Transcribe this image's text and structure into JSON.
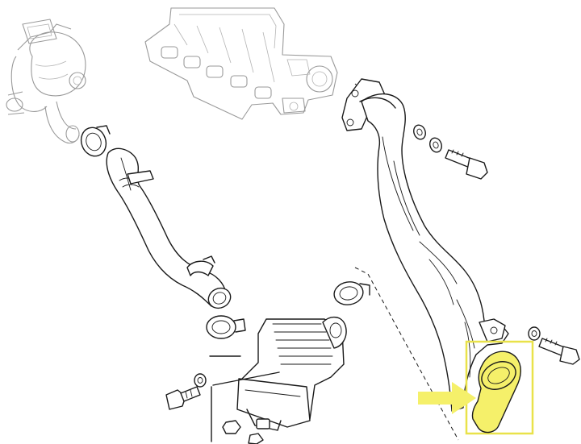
{
  "colors": {
    "highlight": "#f5f06a",
    "highlight_stroke": "#e9e24a",
    "line": "#1a1a1a",
    "ghost_line": "#9a9a9a",
    "background": "#ffffff"
  },
  "parts": {
    "turbocharger": "turbocharger-outline",
    "intake_manifold": "intake-manifold-outline",
    "charge_hose_upper": "charge-air-hose",
    "intercooler": "intercooler",
    "charge_pipe_right": "charge-air-pipe",
    "highlighted_part": "connector-hose",
    "pointer": "arrow-icon"
  }
}
